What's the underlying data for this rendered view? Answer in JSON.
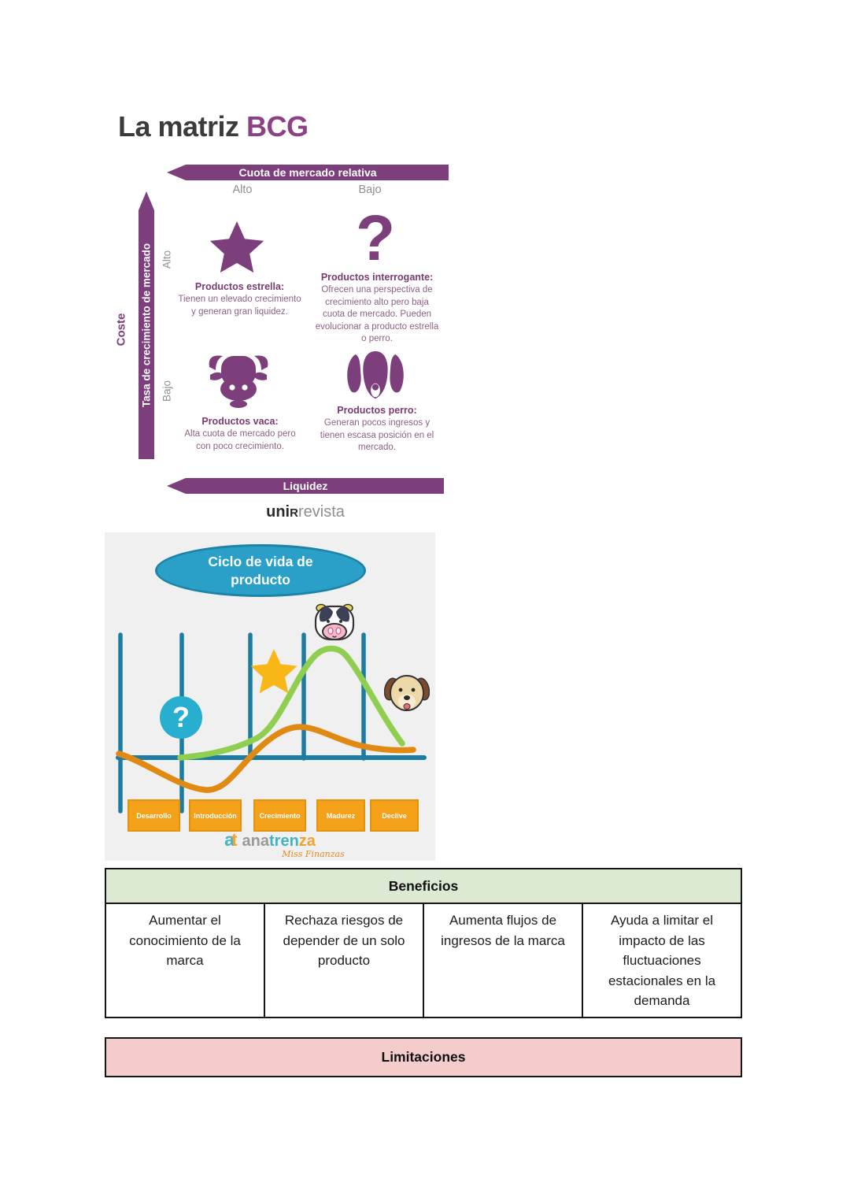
{
  "page": {
    "title_prefix": "La matriz ",
    "title_accent": "BCG"
  },
  "colors": {
    "accent_purple": "#7d3e7c",
    "teal": "#1d7ca2",
    "ellipse_blue": "#2aa0c8",
    "green_curve": "#8fce4e",
    "orange_curve": "#e08a14",
    "stage_orange": "#f4a019",
    "star_yellow": "#f8b717",
    "benefits_header_green": "#dcead3",
    "limitations_header_pink": "#f3cccb"
  },
  "bcg_matrix": {
    "top_axis_label": "Cuota de mercado relativa",
    "col_high": "Alto",
    "col_low": "Bajo",
    "y_axis_label": "Tasa de crecimiento de mercado",
    "y_outer_label": "Coste",
    "row_high": "Alto",
    "row_low": "Bajo",
    "bottom_axis_label": "Liquidez",
    "question_glyph": "?",
    "quadrants": [
      {
        "icon": "star-icon",
        "title": "Productos estrella:",
        "description": "Tienen un elevado crecimiento y generan gran liquidez."
      },
      {
        "icon": "question-mark-icon",
        "title": "Productos interrogante:",
        "description": "Ofrecen una perspectiva de crecimiento alto pero baja cuota de mercado. Pueden evolucionar a producto estrella o perro."
      },
      {
        "icon": "cow-icon",
        "title": "Productos vaca:",
        "description": "Alta cuota de mercado pero con poco crecimiento."
      },
      {
        "icon": "dog-icon",
        "title": "Productos perro:",
        "description": "Generan pocos ingresos y tienen escasa posición en el mercado."
      }
    ],
    "source_logo": {
      "bold": "uni",
      "cap": "R",
      "light": "revista"
    }
  },
  "lifecycle_chart": {
    "title_line1": "Ciclo de vida de",
    "title_line2": "producto",
    "question_glyph": "?",
    "stages": [
      "Desarrollo",
      "Introducción",
      "Crecimiento",
      "Madurez",
      "Declive"
    ],
    "icons": [
      "question-mark-icon",
      "star-icon",
      "cow-icon",
      "dog-icon"
    ],
    "curve_colors": [
      "#8fce4e",
      "#e08a14"
    ],
    "logo": {
      "mark_a": "a",
      "mark_t": "t",
      "name_part1": "ana",
      "name_part2": "tren",
      "name_part3": "za",
      "tagline": "Miss Finanzas"
    }
  },
  "benefits_table": {
    "header": "Beneficios",
    "cells": [
      "Aumentar el conocimiento de la marca",
      "Rechaza riesgos de depender de un solo producto",
      "Aumenta flujos de ingresos de la marca",
      "Ayuda a limitar el impacto de las fluctuaciones estacionales en la demanda"
    ]
  },
  "limitations_table": {
    "header": "Limitaciones"
  }
}
